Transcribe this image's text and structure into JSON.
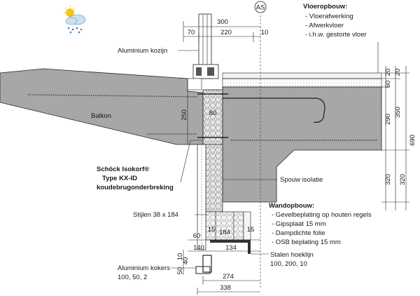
{
  "axis_label": "AS",
  "dims_top": {
    "total": "300",
    "left": "70",
    "mid": "220",
    "right": "10"
  },
  "labels": {
    "kozijn": "Aluminium kozijn",
    "balkon": "Balkon",
    "isokorf_1": "Schöck Isokorf®",
    "isokorf_2": "Type KX-ID",
    "isokorf_3": "koudebrugonderbreking",
    "spouw": "Spouw isolatie",
    "stijlen": "Stijlen 38 x 184",
    "kokers_1": "Aluminium kokers",
    "kokers_2": "100, 50, 2",
    "hoeklijn_1": "Stalen hoeklijn",
    "hoeklijn_2": "100, 200, 10"
  },
  "vloer": {
    "title": "Vloeropbouw:",
    "items": [
      "- Vloerafwerking",
      "- Afwerkvloer",
      "- i.h.w. gestorte vloer"
    ]
  },
  "wand": {
    "title": "Wandopbouw:",
    "items": [
      "- Gevelbeplating op houten regels",
      "- Gipsplaat 15 mm",
      "- Dampdichte folie",
      "- OSB beplating 15 mm"
    ]
  },
  "dims_right": {
    "d20a": "20",
    "d20b": "20",
    "d60": "60",
    "d350": "350",
    "d290": "290",
    "d690": "690",
    "d320a": "320",
    "d320b": "320"
  },
  "dims_misc": {
    "d250": "250",
    "d80": "80",
    "d60": "60",
    "d15a": "15",
    "d184": "184",
    "d15b": "15",
    "d140": "140",
    "d134": "134",
    "d10": "10",
    "d40": "40",
    "d50": "50",
    "d274": "274",
    "d338": "338"
  },
  "colors": {
    "concrete": "#a6a6a6",
    "concrete_dark": "#8e8e8e",
    "insulation": "#d9d9d9",
    "wood": "#f2f2f2",
    "line": "#222222"
  },
  "icon": "weather-snow-cloud-icon"
}
